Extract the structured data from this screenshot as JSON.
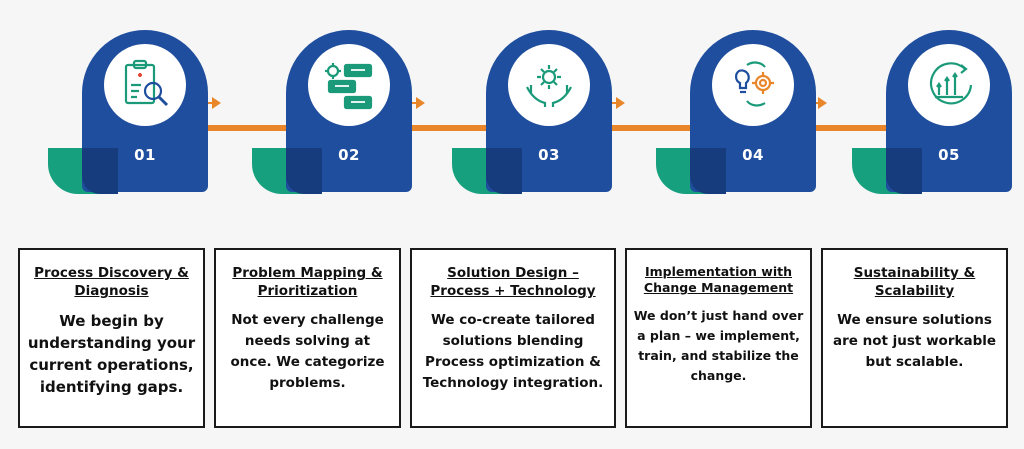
{
  "steps": [
    {
      "number": "01",
      "icon": "clipboard-search-icon",
      "title": "Process Discovery & Diagnosis",
      "body": "We begin by understanding your current operations, identifying gaps."
    },
    {
      "number": "02",
      "icon": "gear-priority-list-icon",
      "title": "Problem Mapping & Prioritization",
      "body": "Not every challenge needs solving at once. We categorize problems."
    },
    {
      "number": "03",
      "icon": "hands-gear-icon",
      "title": "Solution Design – Process + Technology",
      "body": "We co-create tailored solutions blending Process optimization & Technology integration."
    },
    {
      "number": "04",
      "icon": "bulb-gear-cycle-icon",
      "title": "Implementation with Change Management",
      "body": "We don’t just hand over a plan – we implement, train, and stabilize the change."
    },
    {
      "number": "05",
      "icon": "growth-arrows-icon",
      "title": "Sustainability & Scalability",
      "body": "We ensure solutions are not just workable but scalable."
    }
  ],
  "colors": {
    "pill": "#1f4e9e",
    "tab": "#16a07e",
    "connector": "#e9862a",
    "border": "#1a1a1a"
  }
}
